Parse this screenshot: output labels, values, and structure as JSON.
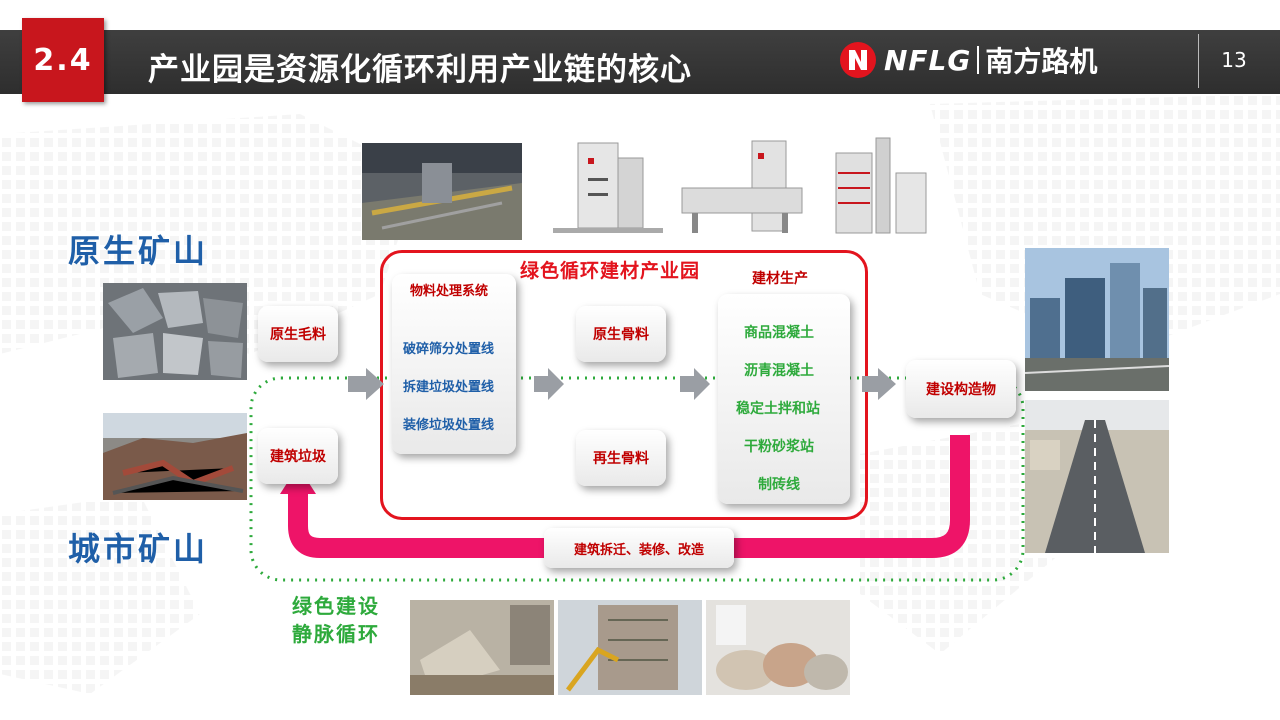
{
  "header": {
    "section": "2.4",
    "title": "产业园是资源化循环利用产业链的核心",
    "logo_en": "NFLG",
    "logo_cn": "南方路机",
    "page": "13"
  },
  "labels": {
    "primary_mine": "原生矿山",
    "urban_mine": "城市矿山",
    "green_line1": "绿色建设",
    "green_line2": "静脉循环"
  },
  "flow": {
    "raw_material": "原生毛料",
    "construction_waste": "建筑垃圾",
    "frame_title": "绿色循环建材产业园",
    "material_system": {
      "title": "物料处理系统",
      "items": [
        "破碎筛分处置线",
        "拆建垃圾处置线",
        "装修垃圾处置线"
      ]
    },
    "primary_aggregate": "原生骨料",
    "recycled_aggregate": "再生骨料",
    "production": {
      "title": "建材生产",
      "items": [
        "商品混凝土",
        "沥青混凝土",
        "稳定土拌和站",
        "干粉砂浆站",
        "制砖线"
      ]
    },
    "build_structures": "建设构造物",
    "demolition": "建筑拆迁、装修、改造"
  },
  "colors": {
    "brand_red": "#c8161d",
    "frame_red": "#e3141e",
    "magenta_arrow": "#ee1468",
    "label_blue": "#1f5fa8",
    "green": "#2eaa3c",
    "header_gray": "#383838"
  }
}
